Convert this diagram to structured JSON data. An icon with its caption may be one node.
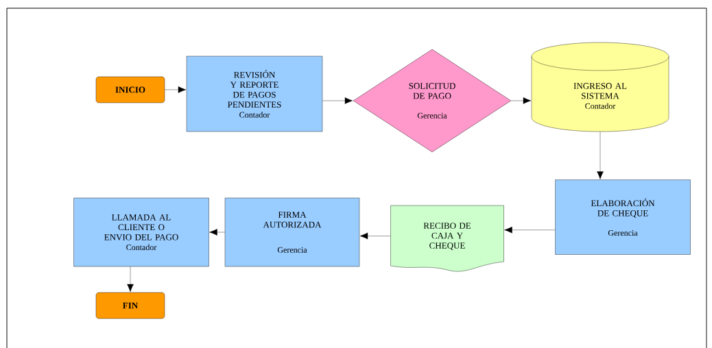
{
  "diagram": {
    "nodes": [
      {
        "text": [
          "INICIO"
        ]
      },
      {
        "text": [
          "REVISIÓN Y REPORTE DE PAGOS PENDIENTES",
          "Contador"
        ]
      },
      {
        "text": [
          "SOLICITUD DE PAGO",
          "Gerencia"
        ]
      },
      {
        "text": [
          "INGRESO AL SISTEMA",
          "Contador"
        ]
      },
      {
        "text": [
          "ELABORACIÓN DE CHEQUE",
          "Gerencia"
        ]
      },
      {
        "text": [
          "RECIBO DE CAJA Y CHEQUE"
        ]
      },
      {
        "text": [
          "FIRMA AUTORIZADA",
          "Gerencia"
        ]
      },
      {
        "text": [
          "LLAMADA AL CLIENTE O ENVIO DEL PAGO",
          "Contador"
        ]
      },
      {
        "text": [
          "FIN"
        ]
      }
    ],
    "edges": [
      {
        "from": 0,
        "to": 1,
        "arrow": "to"
      },
      {
        "from": 1,
        "to": 2,
        "arrow": "to"
      },
      {
        "from": 2,
        "to": 3,
        "arrow": "to"
      },
      {
        "from": 3,
        "to": 4,
        "arrow": "to"
      },
      {
        "from": 4,
        "to": 5,
        "arrow": "to"
      },
      {
        "from": 5,
        "to": 6,
        "arrow": "to"
      },
      {
        "from": 6,
        "to": 7,
        "arrow": "to"
      },
      {
        "from": 7,
        "to": 8,
        "arrow": "to"
      }
    ]
  }
}
